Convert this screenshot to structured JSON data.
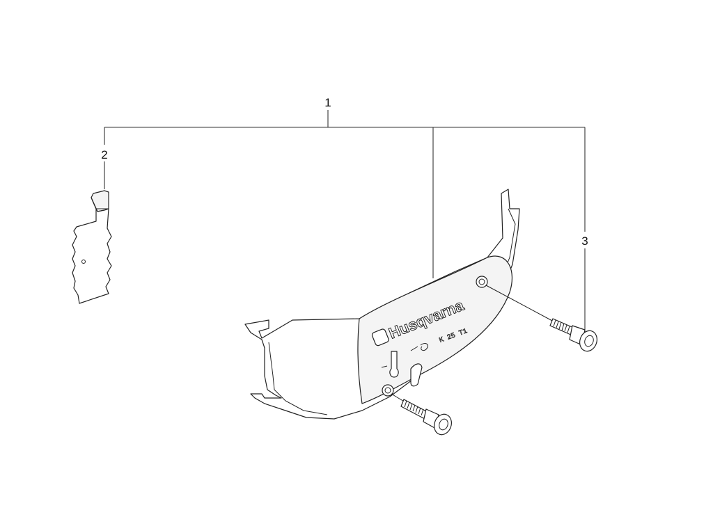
{
  "callouts": {
    "one": "1",
    "two": "2",
    "three": "3"
  },
  "cover": {
    "logo_text": "Husqvarna",
    "model_text": "K 25 T1"
  },
  "colors": {
    "line": "#222222",
    "background": "#ffffff"
  }
}
